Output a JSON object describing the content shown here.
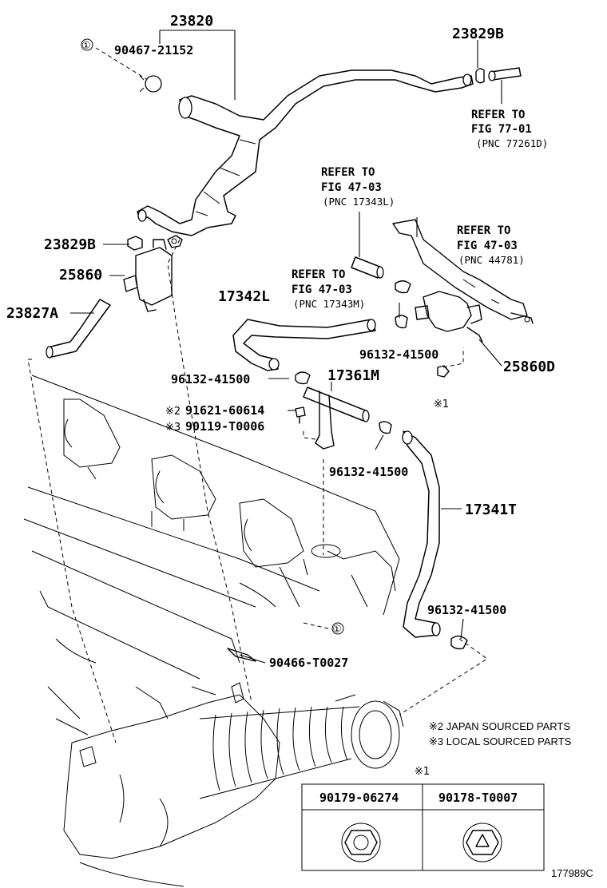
{
  "labels": {
    "p23820": "23820",
    "p90467": "90467-21152",
    "p23829B_top": "23829B",
    "ref77_1": "REFER TO",
    "ref77_2": "FIG 77-01",
    "ref77_3": "(PNC 77261D)",
    "ref47L_1": "REFER TO",
    "ref47L_2": "FIG 47-03",
    "ref47L_3": "(PNC 17343L)",
    "ref47P_1": "REFER TO",
    "ref47P_2": "FIG 47-03",
    "ref47P_3": "(PNC 44781)",
    "ref47M_1": "REFER TO",
    "ref47M_2": "FIG 47-03",
    "ref47M_3": "(PNC 17343M)",
    "p23829B_left": "23829B",
    "p25860": "25860",
    "p23827A": "23827A",
    "p17342L": "17342L",
    "p96132_a": "96132-41500",
    "p96132_b": "96132-41500",
    "p96132_c": "96132-41500",
    "p96132_d": "96132-41500",
    "p25860D": "25860D",
    "p17361M": "17361M",
    "p91621": "91621-60614",
    "p90119": "90119-T0006",
    "p17341T": "17341T",
    "p90466": "90466-T0027",
    "circle1": "①",
    "ast1": "※1",
    "ast2": "※2",
    "ast3": "※3",
    "note2": "※2 JAPAN SOURCED PARTS",
    "note3": "※3 LOCAL SOURCED PARTS",
    "fig_code": "177989C"
  },
  "table": {
    "marker": "※1",
    "columns": [
      "90179-06274",
      "90178-T0007"
    ]
  }
}
